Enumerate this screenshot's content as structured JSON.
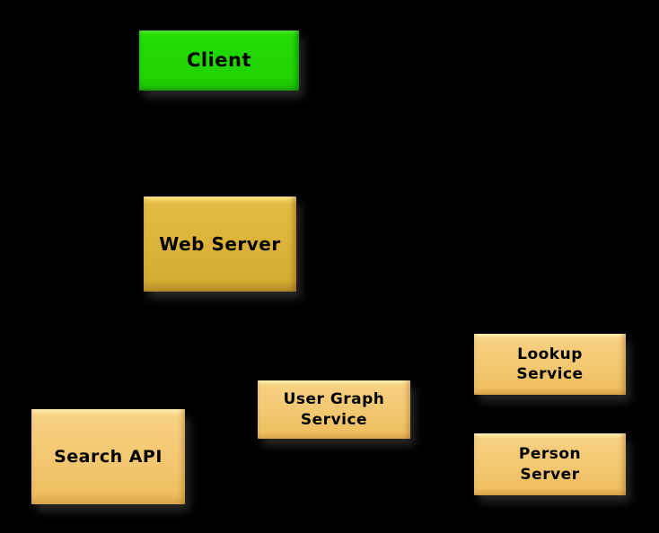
{
  "diagram": {
    "type": "architecture-diagram",
    "background": "#000000",
    "text_color": "#000000",
    "colors": {
      "client_green": "#21d601",
      "web_server_gold": "#dcb238",
      "service_tan": "#f3c770"
    },
    "nodes": [
      {
        "id": "client",
        "label": "Client",
        "fill": "#21d601"
      },
      {
        "id": "web-server",
        "label": "Web Server",
        "fill": "#dcb238"
      },
      {
        "id": "search-api",
        "label": "Search API",
        "fill": "#f3c770"
      },
      {
        "id": "user-graph-service",
        "label": "User Graph\nService",
        "fill": "#f3c770"
      },
      {
        "id": "lookup-service",
        "label": "Lookup\nService",
        "fill": "#f3c770"
      },
      {
        "id": "person-server",
        "label": "Person\nServer",
        "fill": "#f3c770"
      }
    ]
  }
}
